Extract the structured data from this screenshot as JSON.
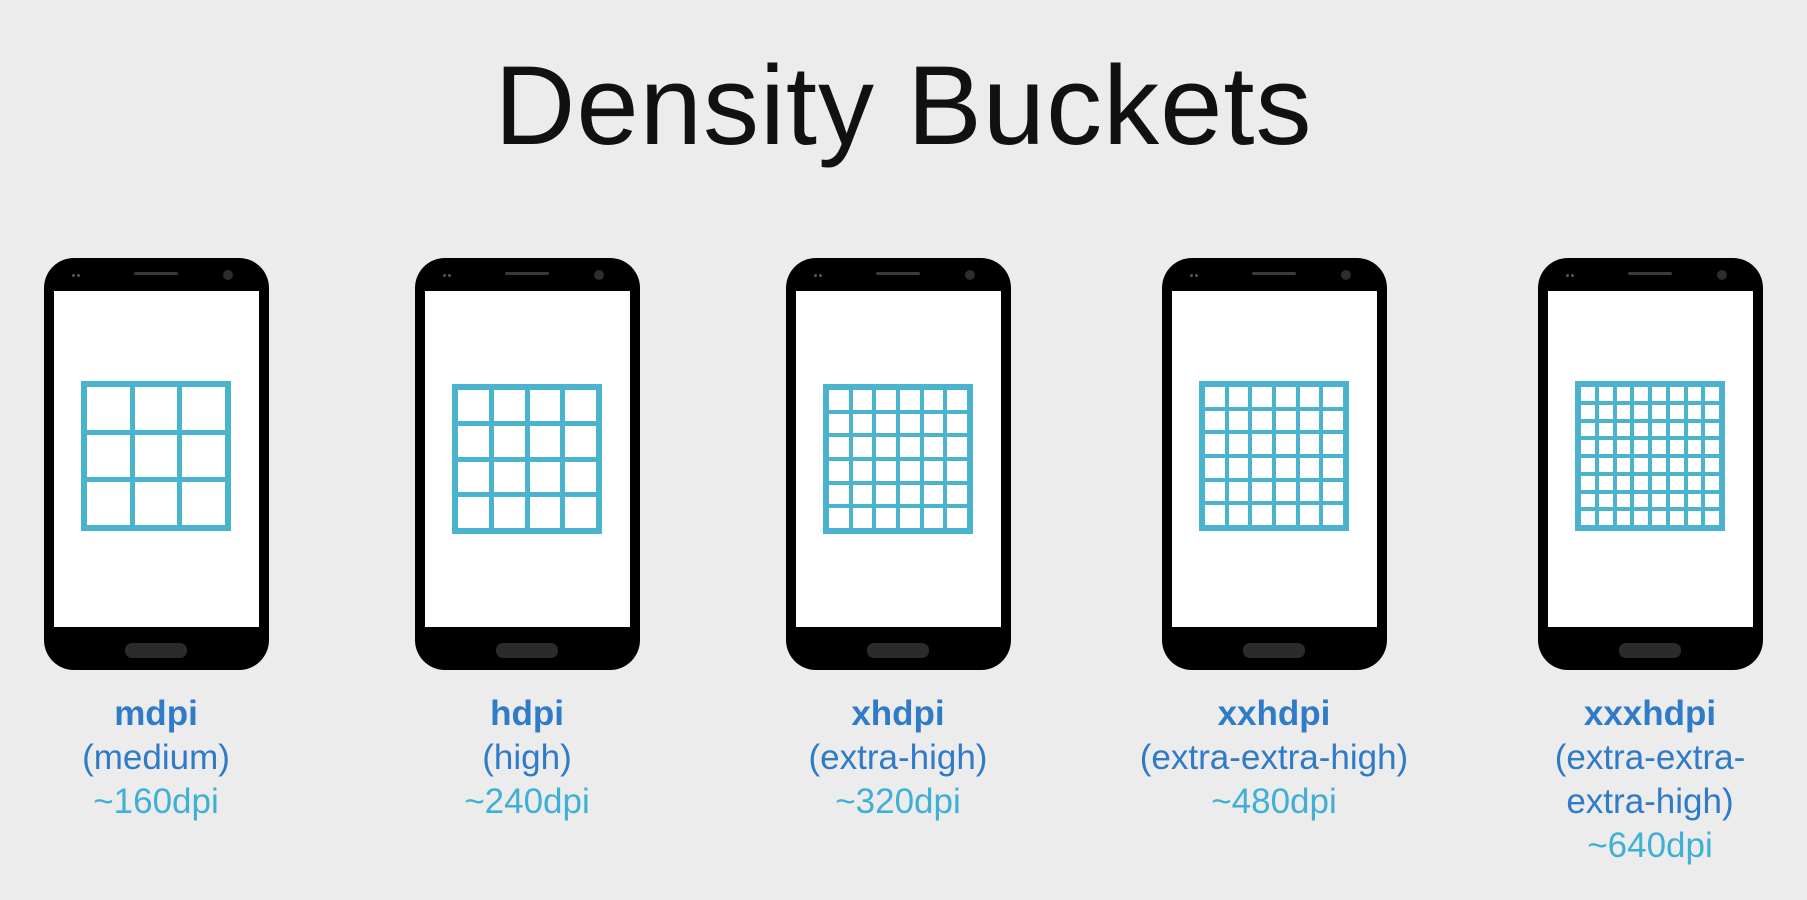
{
  "title": "Density Buckets",
  "colors": {
    "background": "#ececed",
    "grid": "#4ab3cd",
    "label_name": "#2f7bc8",
    "label_dpi": "#3fb0d4",
    "phone": "#000000"
  },
  "buckets": [
    {
      "name": "mdpi",
      "desc_lines": [
        "(medium)"
      ],
      "dpi": "~160dpi",
      "grid_divisions": 3
    },
    {
      "name": "hdpi",
      "desc_lines": [
        "(high)"
      ],
      "dpi": "~240dpi",
      "grid_divisions": 4
    },
    {
      "name": "xhdpi",
      "desc_lines": [
        "(extra-high)"
      ],
      "dpi": "~320dpi",
      "grid_divisions": 6
    },
    {
      "name": "xxhdpi",
      "desc_lines": [
        "(extra-extra-high)"
      ],
      "dpi": "~480dpi",
      "grid_divisions": 6
    },
    {
      "name": "xxxhdpi",
      "desc_lines": [
        "(extra-extra-",
        "extra-high)"
      ],
      "dpi": "~640dpi",
      "grid_divisions": 8
    }
  ]
}
